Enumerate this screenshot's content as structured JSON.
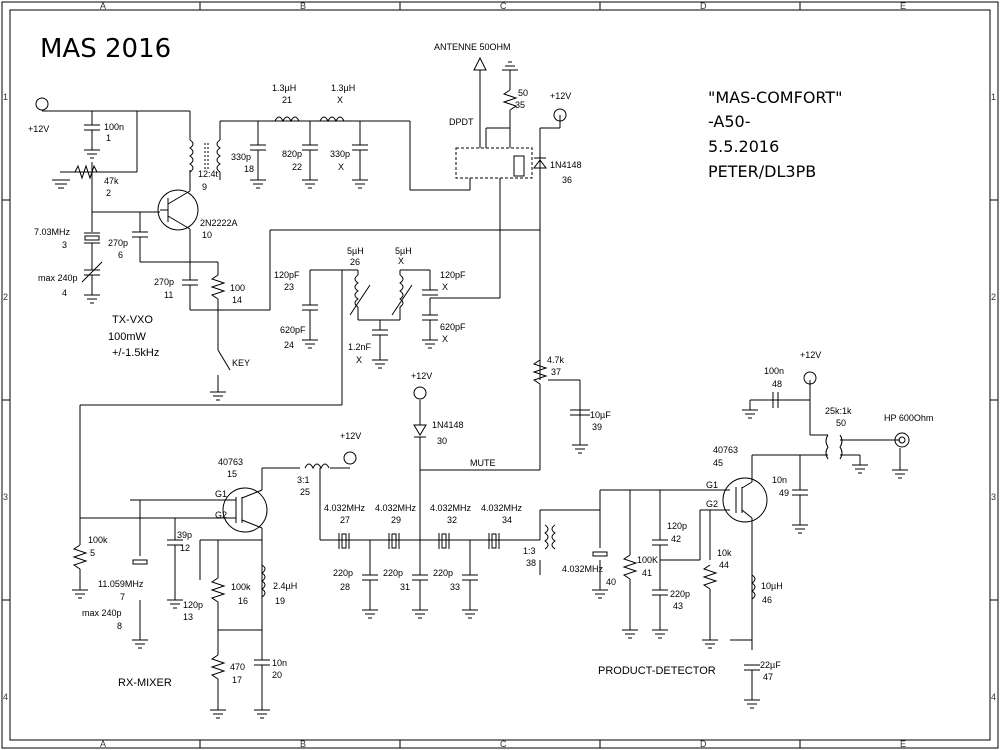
{
  "title": "MAS 2016",
  "info": [
    "\"MAS-COMFORT\"",
    "-A50-",
    "5.5.2016",
    "PETER/DL3PB"
  ],
  "frame_cols": [
    "A",
    "B",
    "C",
    "D",
    "E"
  ],
  "frame_rows": [
    "1",
    "2",
    "3",
    "4"
  ],
  "block_labels": {
    "txvxo": [
      "TX-VXO",
      "100mW",
      "+/-1.5kHz"
    ],
    "rxmixer": "RX-MIXER",
    "product_detector": "PRODUCT-DETECTOR",
    "mute": "MUTE",
    "key": "KEY",
    "dpdt": "DPDT",
    "antenna": "ANTENNE 50OHM",
    "hp": "HP 600Ohm"
  },
  "components": {
    "c1": [
      "100n",
      "1"
    ],
    "r2": [
      "47k",
      "2"
    ],
    "x3": [
      "7.03MHz",
      "3"
    ],
    "c4": [
      "max 240p",
      "4"
    ],
    "r5": [
      "100k",
      "5"
    ],
    "c6": [
      "270p",
      "6"
    ],
    "x7": [
      "11.059MHz",
      "7"
    ],
    "c8": [
      "max 240p",
      "8"
    ],
    "t9": [
      "12:4t",
      "9"
    ],
    "q10": [
      "2N2222A",
      "10"
    ],
    "c11": [
      "270p",
      "11"
    ],
    "c12": [
      "39p",
      "12"
    ],
    "c13": [
      "120p",
      "13"
    ],
    "r14": [
      "100",
      "14"
    ],
    "q15": [
      "40763",
      "15"
    ],
    "r16": [
      "100k",
      "16"
    ],
    "r17": [
      "470",
      "17"
    ],
    "c18": [
      "330p",
      "18"
    ],
    "l19": [
      "2.4µH",
      "19"
    ],
    "c20": [
      "10n",
      "20"
    ],
    "l21": [
      "1.3µH",
      "21"
    ],
    "c22": [
      "820p",
      "22"
    ],
    "c23": [
      "120pF",
      "23"
    ],
    "c24": [
      "620pF",
      "24"
    ],
    "t25": [
      "3:1",
      "25"
    ],
    "l26": [
      "5µH",
      "26"
    ],
    "x27": [
      "4.032MHz",
      "27"
    ],
    "c28": [
      "220p",
      "28"
    ],
    "x29": [
      "4.032MHz",
      "29"
    ],
    "d30": [
      "1N4148",
      "30"
    ],
    "c31": [
      "220p",
      "31"
    ],
    "x32": [
      "4.032MHz",
      "32"
    ],
    "c33": [
      "220p",
      "33"
    ],
    "x34": [
      "4.032MHz",
      "34"
    ],
    "r35": [
      "50",
      "35"
    ],
    "d36": [
      "1N4148",
      "36"
    ],
    "r37": [
      "4.7k",
      "37"
    ],
    "t38": [
      "1:3",
      "38"
    ],
    "c39": [
      "10µF",
      "39"
    ],
    "x40": [
      "4.032MHz",
      "40"
    ],
    "r41": [
      "100K",
      "41"
    ],
    "c42": [
      "120p",
      "42"
    ],
    "c43": [
      "220p",
      "43"
    ],
    "r44": [
      "10k",
      "44"
    ],
    "q45": [
      "40763",
      "45"
    ],
    "l46": [
      "10µH",
      "46"
    ],
    "c47": [
      "22µF",
      "47"
    ],
    "c48": [
      "100n",
      "48"
    ],
    "c49": [
      "10n",
      "49"
    ],
    "t50": [
      "25k:1k",
      "50"
    ],
    "lx": [
      "1.3µH",
      "X"
    ],
    "cx1": [
      "330p",
      "X"
    ],
    "lx2": [
      "5µH",
      "X"
    ],
    "cx2": [
      "120pF",
      "X"
    ],
    "cx3": [
      "620pF",
      "X"
    ],
    "cx4": [
      "1.2nF",
      "X"
    ]
  },
  "pins": {
    "g1": "G1",
    "g2": "G2",
    "v12": "+12V"
  }
}
